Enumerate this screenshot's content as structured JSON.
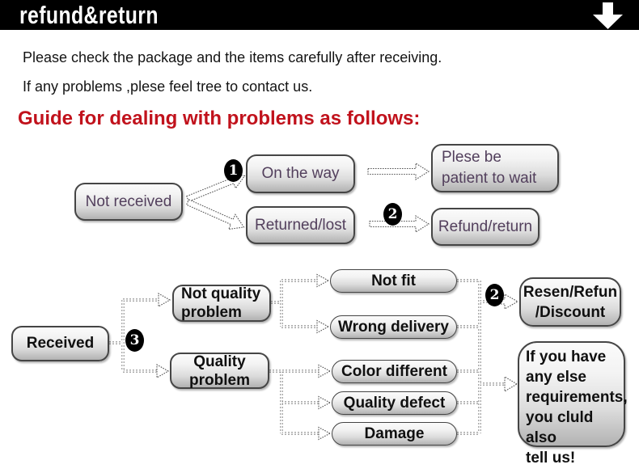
{
  "header": {
    "title": "refund&return"
  },
  "icons": {
    "header_arrow": "down-arrow"
  },
  "intro": {
    "line1": "Please check the package and the items carefully after receiving.",
    "line2": "If any problems ,plese feel tree to contact us."
  },
  "heading": "Guide for dealing with problems as follows:",
  "colors": {
    "header_bg": "#000000",
    "header_text": "#ffffff",
    "heading_red": "#c1121c",
    "flow1_text": "#523f5c",
    "flow2_text": "#101010",
    "node_border": "#454545"
  },
  "flow1": {
    "badge1": "1",
    "badge2": "2",
    "not_received": "Not received",
    "on_the_way": "On the way",
    "plese_be_patient": "Plese be\npatient to wait",
    "returned_lost": "Returned/lost",
    "refund_return": "Refund/return"
  },
  "flow2": {
    "badge3": "3",
    "badge2": "2",
    "received": "Received",
    "not_quality_problem": "Not quality\nproblem",
    "quality_problem": "Quality\nproblem",
    "not_fit": "Not fit",
    "wrong_delivery": "Wrong delivery",
    "color_different": "Color different",
    "quality_defect": "Quality defect",
    "damage": "Damage",
    "resen_refun_discount": "Resen/Refun\n/Discount",
    "if_you_have": "If you have\nany else\nrequirements,\nyou cluld also\ntell us!"
  }
}
